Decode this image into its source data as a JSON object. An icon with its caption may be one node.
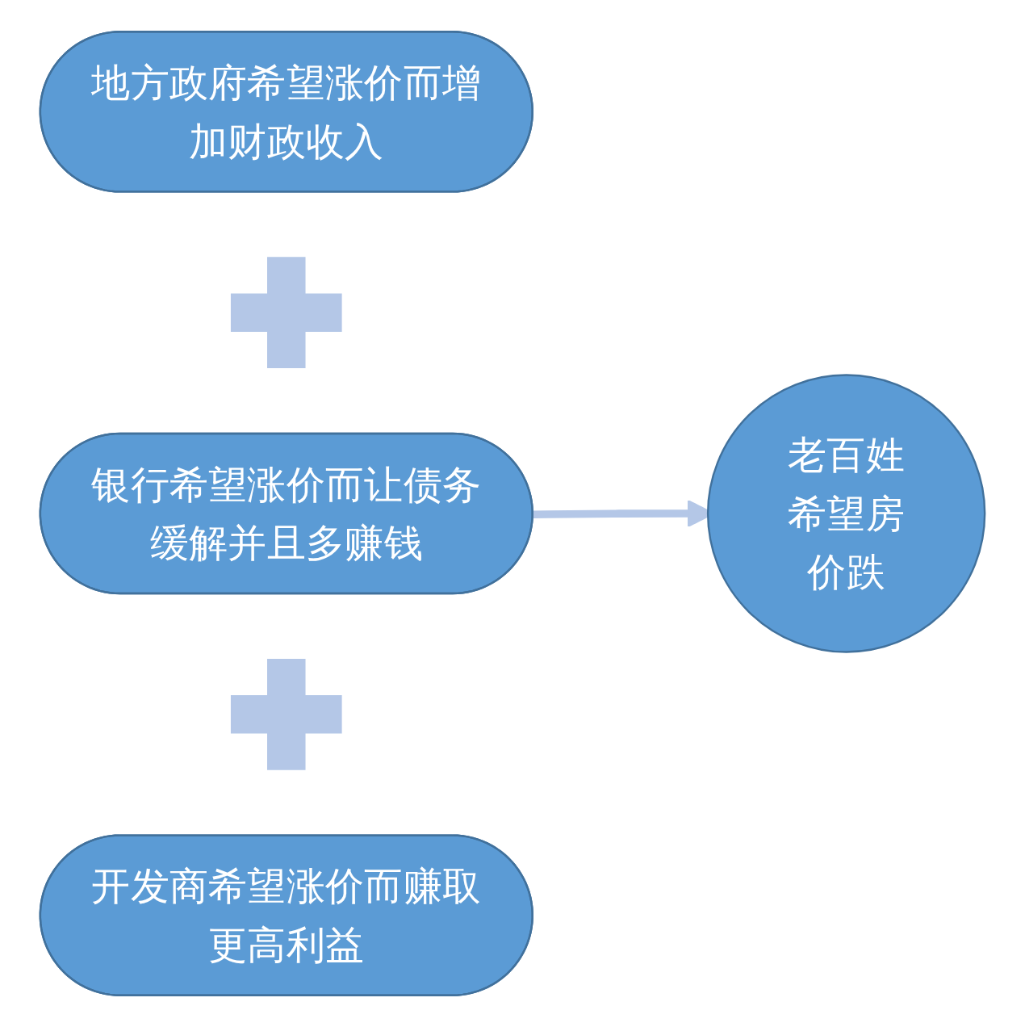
{
  "diagram": {
    "nodes": [
      {
        "text": [
          "地方政府希望涨价而增加财政收入"
        ]
      },
      {
        "text": [],
        "shape": "plus"
      },
      {
        "text": [
          "银行希望涨价而让债务缓解并且多赚钱"
        ]
      },
      {
        "text": [
          "老百姓希望房价跌"
        ]
      },
      {
        "text": [],
        "shape": "plus"
      },
      {
        "text": [
          "开发商希望涨价而赚取更高利益"
        ]
      }
    ],
    "edges": [
      {
        "from": 2,
        "to": 3,
        "arrow": "to"
      }
    ]
  }
}
